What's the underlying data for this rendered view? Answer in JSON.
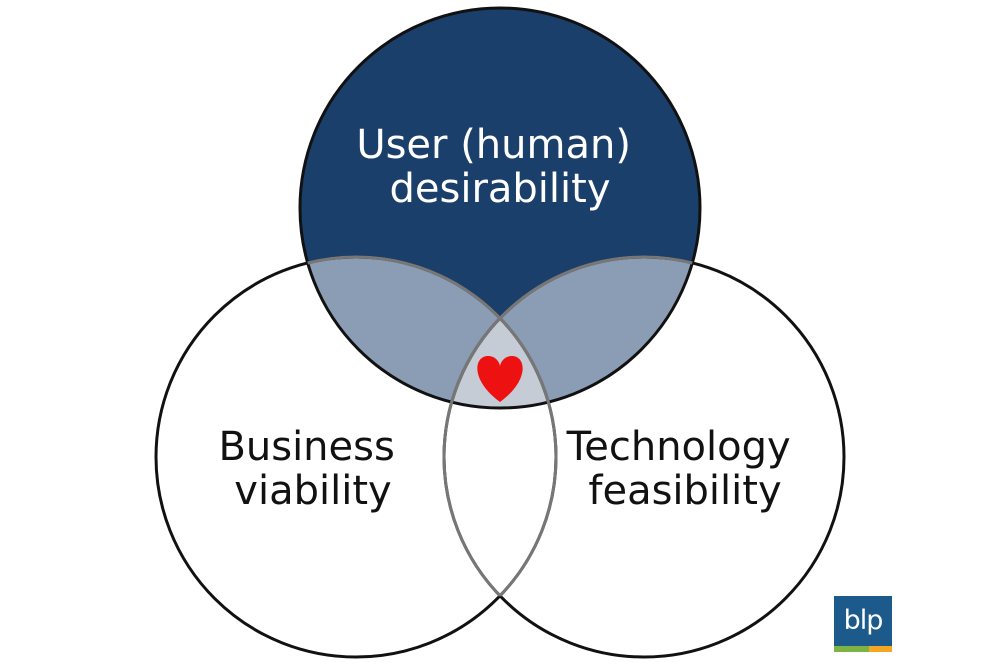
{
  "diagram": {
    "circles": [
      {
        "id": "user",
        "label_lines": [
          "User (human)",
          "desirability"
        ],
        "fill": "#1b3f6b",
        "text_color": "light"
      },
      {
        "id": "business",
        "label_lines": [
          "Business",
          "viability"
        ],
        "fill": "#ffffff",
        "text_color": "dark"
      },
      {
        "id": "technology",
        "label_lines": [
          "Technology",
          "feasibility"
        ],
        "fill": "#ffffff",
        "text_color": "dark"
      }
    ],
    "overlap_fill": "#8b9db5",
    "center_fill": "#c5ccd6",
    "outline_color": "#111111",
    "center_icon": "heart-icon",
    "center_icon_color": "#ee1111"
  },
  "logo": {
    "text": "blp",
    "bg_color": "#1b5a8a",
    "stripe_colors": [
      "#7cb342",
      "#f5a623"
    ]
  }
}
